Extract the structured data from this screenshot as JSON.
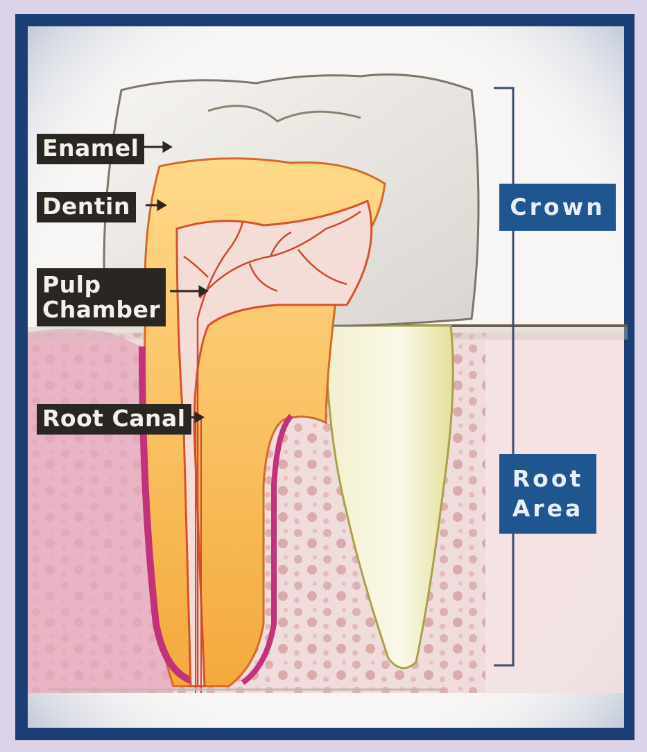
{
  "labels": {
    "enamel": "Enamel",
    "dentin": "Dentin",
    "pulp_line1": "Pulp",
    "pulp_line2": "Chamber",
    "root_canal": "Root Canal"
  },
  "regions": {
    "crown": "Crown",
    "root_line1": "Root",
    "root_line2": "Area"
  },
  "colors": {
    "frame": "#1b3f74",
    "label_bg": "#2a2622",
    "region_bg": "#1f5690",
    "enamel": "#eceae6",
    "dentin": "#f7c15a",
    "pulp": "#f2dcd8",
    "gum": "#e9b6c0",
    "bone": "#e8cfd0"
  }
}
